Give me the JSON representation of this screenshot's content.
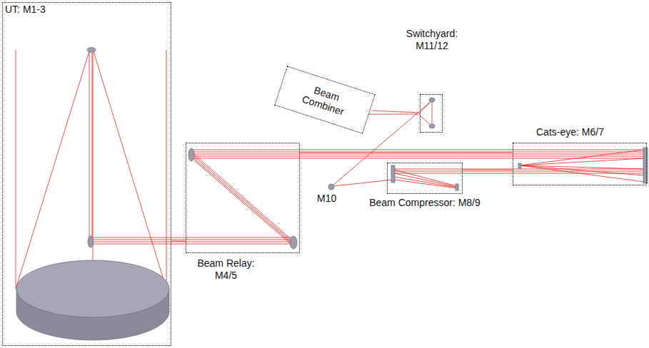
{
  "diagram": {
    "nodes": [
      {
        "text": [
          "UT: M1-3"
        ]
      },
      {
        "text": [
          "Beam Relay: M4/5"
        ]
      },
      {
        "text": [
          "Cats-eye: M6/7"
        ]
      },
      {
        "text": [
          "Beam Compressor: M8/9"
        ]
      },
      {
        "text": [
          "Switchyard: M11/12"
        ]
      },
      {
        "text": [
          "Beam Combiner"
        ]
      }
    ],
    "edges": [
      {
        "from": 0,
        "to": 1,
        "arrow": "none"
      },
      {
        "from": 1,
        "to": 2,
        "arrow": "none"
      },
      {
        "from": 2,
        "to": 3,
        "arrow": "none"
      },
      {
        "from": 5,
        "to": 4,
        "arrow": "none"
      }
    ],
    "labels": [
      "M10"
    ]
  }
}
